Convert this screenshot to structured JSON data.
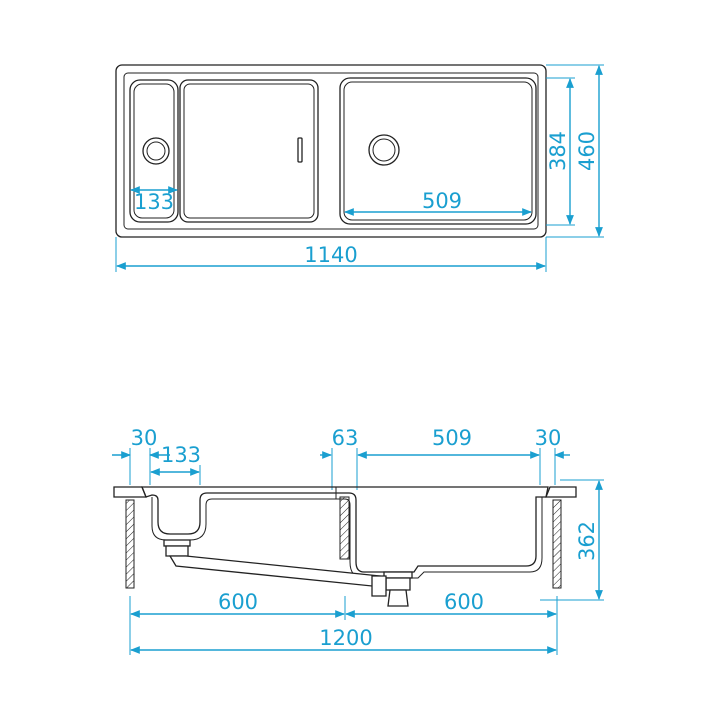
{
  "top_view": {
    "drainer_width": "133",
    "bowl_width": "509",
    "inner_depth": "384",
    "outer_depth": "460",
    "overall_length": "1140"
  },
  "section_view": {
    "left_rim": "30",
    "drainer_width": "133",
    "divider_gap": "63",
    "bowl_width": "509",
    "right_rim": "30",
    "height": "362",
    "left_cabinet": "600",
    "right_cabinet": "600",
    "cabinet_total": "1200"
  },
  "colors": {
    "dimension": "#1a9fd0",
    "outline": "#222222"
  }
}
